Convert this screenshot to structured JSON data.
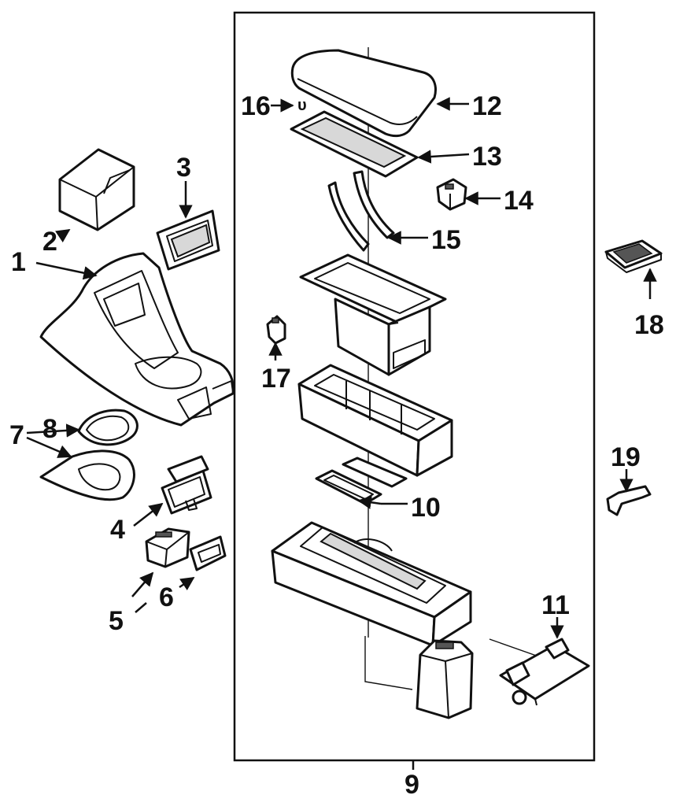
{
  "diagram": {
    "callouts": {
      "c1": "1",
      "c2": "2",
      "c3": "3",
      "c4": "4",
      "c5": "5",
      "c6": "6",
      "c7": "7",
      "c8": "8",
      "c9": "9",
      "c10": "10",
      "c11": "11",
      "c12": "12",
      "c13": "13",
      "c14": "14",
      "c15": "15",
      "c16": "16",
      "c17": "17",
      "c18": "18",
      "c19": "19"
    },
    "label_16_symbol": "υ"
  }
}
